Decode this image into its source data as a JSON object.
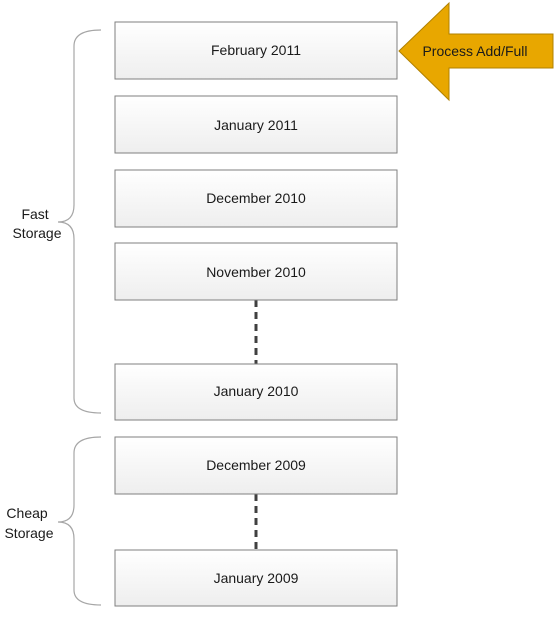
{
  "diagram": {
    "boxes": [
      {
        "label": "February 2011"
      },
      {
        "label": "January 2011"
      },
      {
        "label": "December 2010"
      },
      {
        "label": "November 2010"
      },
      {
        "label": "January 2010"
      },
      {
        "label": "December 2009"
      },
      {
        "label": "January 2009"
      }
    ],
    "groups": [
      {
        "label_lines": [
          "Fast",
          "Storage"
        ]
      },
      {
        "label_lines": [
          "Cheap",
          "Storage"
        ]
      }
    ],
    "callout": {
      "label": "Process Add/Full",
      "color": "#e8a700"
    }
  }
}
